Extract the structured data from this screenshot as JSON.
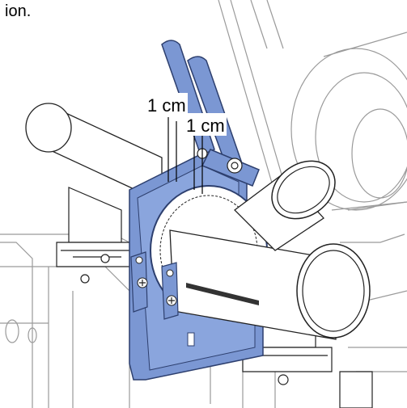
{
  "caption_fragment": "ion.",
  "labels": {
    "measure_left": "1 cm",
    "measure_right": "1 cm"
  },
  "colors": {
    "clamp_fill": "#7b97d3",
    "clamp_dark": "#5a77b8",
    "line": "#222222",
    "light_line": "#9a9a9a",
    "pipe_fill": "#ffffff"
  },
  "icons": {
    "bolt": "screw-head"
  }
}
